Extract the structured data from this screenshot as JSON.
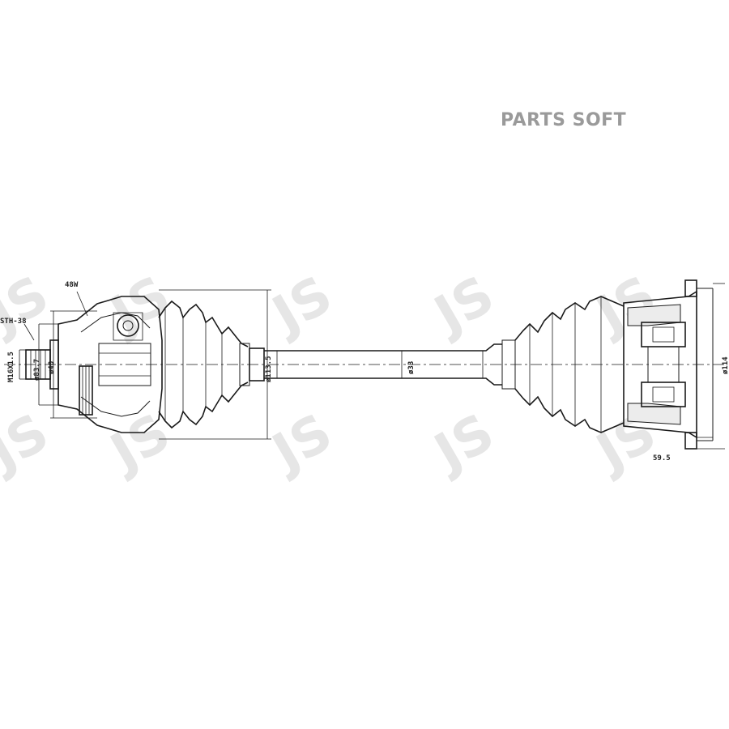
{
  "brand": {
    "text": "PARTS SOFT",
    "color": "#9a9a9a"
  },
  "watermark": {
    "text": "JS",
    "color": "#e4e4e4"
  },
  "labels": {
    "teeth_left": "48W",
    "spline_left": "STH-38",
    "thread_left": "M16X1.5",
    "dia_outer_left": "ø83.7",
    "dia_inner_left": "ø40",
    "dia_boot": "ø113.5",
    "dia_shaft": "ø33",
    "dia_right_flange": "ø114",
    "len_right": "59.5"
  },
  "line_color": "#1a1a1a"
}
